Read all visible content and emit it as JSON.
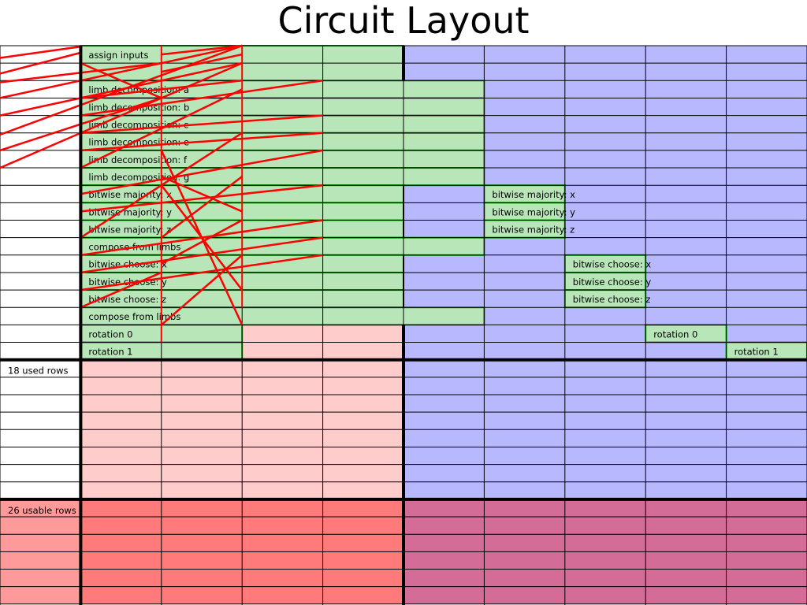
{
  "title": "Circuit Layout",
  "colors": {
    "advice_used": "#ffcccc",
    "advice_usable": "#ff7a7a",
    "advice_blind": "#ff9a9a",
    "fixed_used": "#b8b8ff",
    "fixed_usable": "#d46c98",
    "region_fill": "#b8e6b8",
    "region_stroke": "#00a000",
    "grid_line": "#000000",
    "copy_constraint": "#ff0000"
  },
  "rows": {
    "used_label": "18 used rows",
    "usable_label": "26 usable rows"
  },
  "regions": [
    {
      "label": "assign inputs"
    },
    {
      "label": "limb decomposition: a"
    },
    {
      "label": "limb decomposition: b"
    },
    {
      "label": "limb decomposition: c"
    },
    {
      "label": "limb decomposition: e"
    },
    {
      "label": "limb decomposition: f"
    },
    {
      "label": "limb decomposition: g"
    },
    {
      "label": "bitwise majority: x"
    },
    {
      "label": "bitwise majority: y"
    },
    {
      "label": "bitwise majority: z"
    },
    {
      "label": "compose from limbs"
    },
    {
      "label": "bitwise choose: x"
    },
    {
      "label": "bitwise choose: y"
    },
    {
      "label": "bitwise choose: z"
    },
    {
      "label": "compose from limbs"
    },
    {
      "label": "rotation 0"
    },
    {
      "label": "rotation 1"
    },
    {
      "label": "bitwise majority: x"
    },
    {
      "label": "bitwise majority: y"
    },
    {
      "label": "bitwise majority: z"
    },
    {
      "label": "bitwise choose: x"
    },
    {
      "label": "bitwise choose: y"
    },
    {
      "label": "bitwise choose: z"
    },
    {
      "label": "rotation 0"
    },
    {
      "label": "rotation 1"
    }
  ]
}
